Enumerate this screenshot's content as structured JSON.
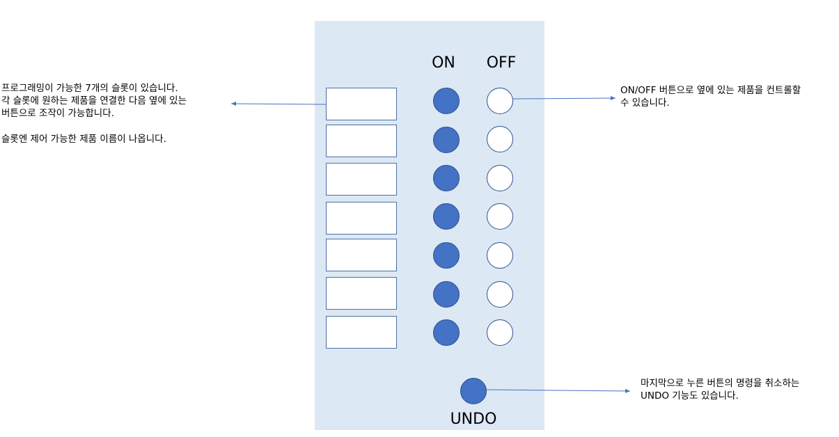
{
  "columns": {
    "on_label": "ON",
    "off_label": "OFF"
  },
  "slots": [
    "",
    "",
    "",
    "",
    "",
    "",
    ""
  ],
  "undo": {
    "label": "UNDO"
  },
  "notes": {
    "left_line1": "프로그래밍이 가능한 7개의 슬롯이 있습니다.",
    "left_line2": "각 슬롯에 원하는 제품을 연결한 다음 옆에 있는",
    "left_line3": "버튼으로 조작이 가능합니다.",
    "left_line4": "슬롯엔 제어 가능한 제품 이름이 나옵니다.",
    "right_top_line1": "ON/OFF 버튼으로 옆에 있는 제품을 컨트롤할",
    "right_top_line2": "수 있습니다.",
    "right_bottom_line1": "마지막으로 누른 버튼의 명령을 취소하는",
    "right_bottom_line2": "UNDO 기능도 있습니다."
  },
  "colors": {
    "panel": "#dde8f5",
    "on_button": "#4472c4",
    "off_button": "#ffffff",
    "connector": "#4472c4"
  }
}
